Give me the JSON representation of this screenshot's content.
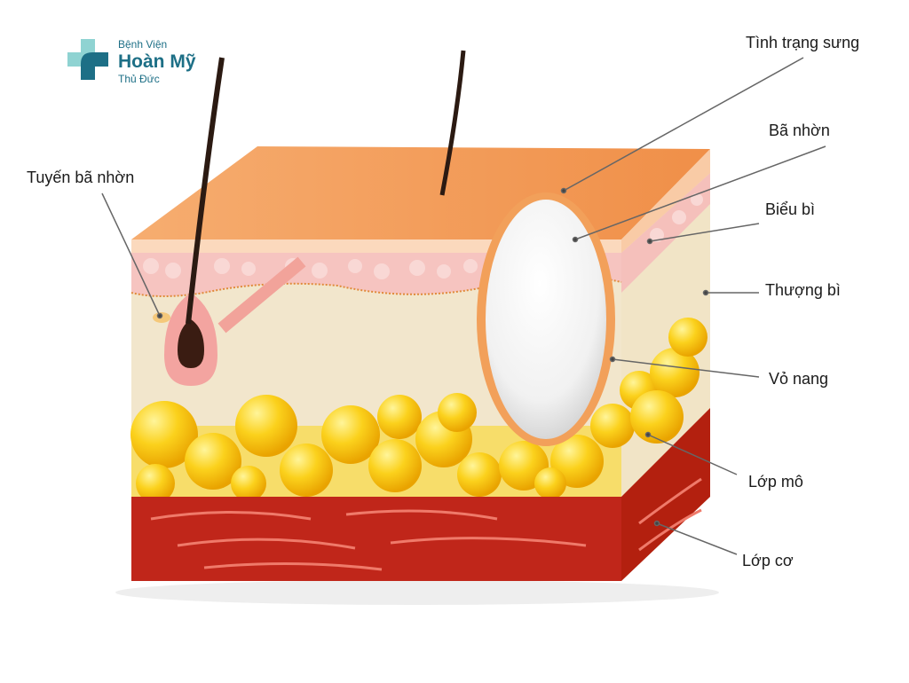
{
  "logo": {
    "line1": "Bệnh Viện",
    "line2": "Hoàn Mỹ",
    "line3": "Thủ Đức"
  },
  "labels": {
    "swelling": "Tình trạng sưng",
    "sebum": "Bã nhờn",
    "epidermis": "Biểu bì",
    "dermis": "Thượng bì",
    "capsule": "Vỏ nang",
    "tissue": "Lớp mô",
    "muscle": "Lớp cơ",
    "sebaceous_gland": "Tuyến bã nhờn"
  },
  "colors": {
    "skin_top": "#f4a15e",
    "epidermis": "#f6c4c0",
    "dermis": "#f2e6cc",
    "fat": "#f9cf1a",
    "muscle": "#c0261a",
    "brand": "#1d6f86"
  }
}
